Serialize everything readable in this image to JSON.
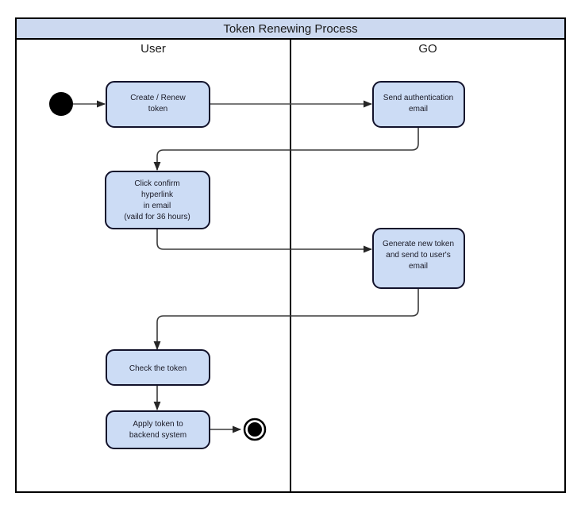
{
  "diagram": {
    "title": "Token Renewing Process",
    "type": "uml-activity-diagram",
    "colors": {
      "title_band": "#ccd9f0",
      "activity_fill": "#ccdcf5",
      "activity_border": "#12122b",
      "edge": "#4d4d4d",
      "frame": "#000000",
      "background": "#ffffff"
    },
    "lanes": [
      {
        "id": "user",
        "label": "User"
      },
      {
        "id": "go",
        "label": "GO"
      }
    ],
    "nodes": [
      {
        "id": "start",
        "kind": "initial-node",
        "lane": "user",
        "label": ""
      },
      {
        "id": "create-renew-token",
        "kind": "activity",
        "lane": "user",
        "lines": [
          "Create / Renew",
          "token"
        ]
      },
      {
        "id": "send-authentication-email",
        "kind": "activity",
        "lane": "go",
        "lines": [
          "Send authentication",
          "email"
        ]
      },
      {
        "id": "click-confirm-hyperlink",
        "kind": "activity",
        "lane": "user",
        "lines": [
          "Click confirm",
          "hyperlink",
          "in email",
          "(vaild for 36 hours)"
        ]
      },
      {
        "id": "generate-new-token",
        "kind": "activity",
        "lane": "go",
        "lines": [
          "Generate new token",
          "and send to user's",
          "email"
        ]
      },
      {
        "id": "check-the-token",
        "kind": "activity",
        "lane": "user",
        "lines": [
          "Check the token"
        ]
      },
      {
        "id": "apply-token-backend",
        "kind": "activity",
        "lane": "user",
        "lines": [
          "Apply token to",
          "backend system"
        ]
      },
      {
        "id": "end",
        "kind": "final-node",
        "lane": "user",
        "label": ""
      }
    ],
    "edges": [
      {
        "id": "e1",
        "from": "start",
        "to": "create-renew-token",
        "label": ""
      },
      {
        "id": "e2",
        "from": "create-renew-token",
        "to": "send-authentication-email",
        "label": ""
      },
      {
        "id": "e3",
        "from": "send-authentication-email",
        "to": "click-confirm-hyperlink",
        "label": ""
      },
      {
        "id": "e4",
        "from": "click-confirm-hyperlink",
        "to": "generate-new-token",
        "label": ""
      },
      {
        "id": "e5",
        "from": "generate-new-token",
        "to": "check-the-token",
        "label": ""
      },
      {
        "id": "e6",
        "from": "check-the-token",
        "to": "apply-token-backend",
        "label": ""
      },
      {
        "id": "e7",
        "from": "apply-token-backend",
        "to": "end",
        "label": ""
      }
    ]
  }
}
